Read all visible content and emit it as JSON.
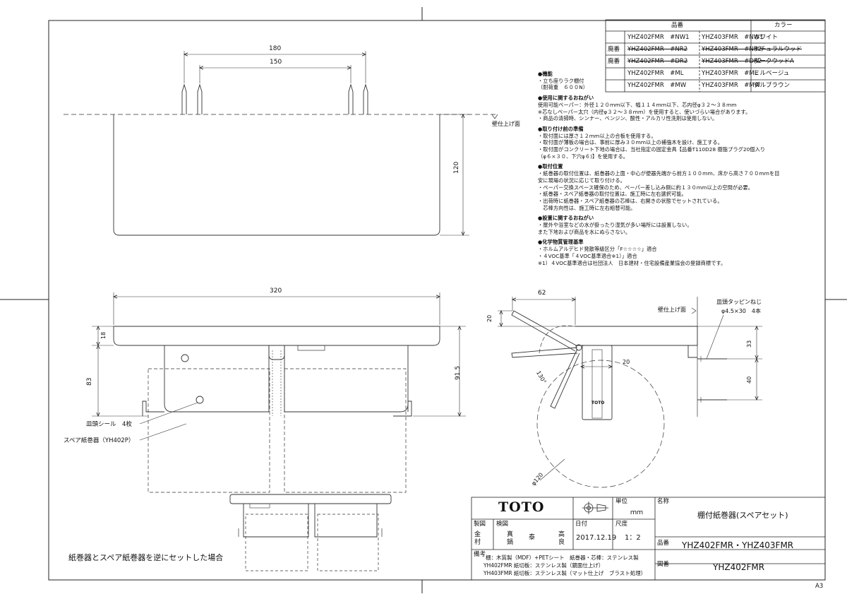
{
  "drawing": {
    "sheet_size": "A3",
    "dims": {
      "d180": "180",
      "d150": "150",
      "d120": "120",
      "d320": "320",
      "d18": "18",
      "d83": "83",
      "d915": "91.5",
      "d62": "62",
      "d20a": "20",
      "d20b": "20",
      "d33": "33",
      "d40": "40",
      "d130": "130°",
      "d_phi120": "φ120"
    },
    "labels": {
      "wall_top_1": "壁仕上げ面",
      "wall_top_2": "壁仕上げ面",
      "screw_line1": "皿頭タッピンねじ",
      "screw_line2": "φ4.5×30　4本",
      "seal": "皿頭シール　4枚",
      "spare": "スペア紙巻器（YH402P）",
      "reverse_caption": "紙巻器とスペア紙巻器を逆にセットした場合",
      "holder_brand": "TOTO"
    }
  },
  "product_table": {
    "header": {
      "part_no": "品番",
      "color": "カラー"
    },
    "rows": [
      {
        "prefix": "",
        "no1": "YHZ402FMR　#NW1",
        "no2": "YHZ403FMR　#NW1",
        "color": "ホワイト",
        "struck": false
      },
      {
        "prefix": "廃番",
        "no1": "YHZ402FMR　#NR2",
        "no2": "YHZ403FMR　#NR2",
        "color": "ナチュラルウッド",
        "struck": true
      },
      {
        "prefix": "廃番",
        "no1": "YHZ402FMR　#DR2",
        "no2": "YHZ403FMR　#DR2",
        "color": "ダークウッドA",
        "struck": true
      },
      {
        "prefix": "",
        "no1": "YHZ402FMR　#ML",
        "no2": "YHZ403FMR　#ML",
        "color": "ミルベージュ",
        "struck": false
      },
      {
        "prefix": "",
        "no1": "YHZ402FMR　#MW",
        "no2": "YHZ403FMR　#MW",
        "color": "ダルブラウン",
        "struck": false
      }
    ]
  },
  "notes": [
    {
      "title": "●機能",
      "lines": [
        "・立ち座りラク棚付",
        "（耐荷重　６００N）"
      ]
    },
    {
      "title": "●使用に関するおねがい",
      "lines": [
        "使用可能ペーパー：外径１２０ｍｍ以下、幅１１４ｍｍ以下、芯内径φ３２～３８ｍｍ",
        "※芯なしペーパー太穴（内径φ３２～３８ｍｍ）を使用すると、使いづらい場合があります。",
        "・商品の清掃時、シンナー、ベンジン、酸性・アルカリ性洗剤は使用しない。"
      ]
    },
    {
      "title": "●取り付け前の準備",
      "lines": [
        "・取付面には厚さ１２ｍｍ以上の合板を使用する。",
        "・取付面が薄板の場合は、事前に厚み３０ｍｍ以上の補強木を設け、施工する。",
        "・取付面がコンクリート下地の場合は、当社指定の固定金具【品番T110D28 樹脂プラグ20個入り",
        "（φ６×３０、下穴φ６)】を使用する。"
      ]
    },
    {
      "title": "●取付位置",
      "lines": [
        "・紙巻器の取付位置は、紙巻器の上面・中心が便器先端から前方１００ｍｍ、床から高さ７００ｍｍを目",
        "安に現場の状況に応じて取り付ける。",
        "・ペーパー交換スペース確保のため、ペーパー差し込み側に約１３０ｍｍ以上の空間が必要。",
        "・紙巻器・スペア紙巻器の取付位置は、施工時に左右選択可能。",
        "・出荷時に紙巻器・スペア紙巻器の芯棒は、右開きの状態でセットされている。",
        "　芯棒方向性は、施工時に左右組替可能。"
      ]
    },
    {
      "title": "●設置に関するおねがい",
      "lines": [
        "・屋外や浴室などの水が掛ったり湿気が多い場所には設置しない。",
        "また下地および商品を水にぬらさない。"
      ]
    },
    {
      "title": "●化学物質管理基準",
      "lines": [
        "・ホルムアルデヒド発散等級区分「F☆☆☆☆」適合",
        "・４VOC基準「４VOC基準適合※1）」適合",
        "※1）４VOC基準適合は社団法人　日本建材・住宅設備産業協会の登録商標です。"
      ]
    }
  ],
  "title_block": {
    "brand": "TOTO",
    "unit_label": "単位",
    "unit_value": "ｍｍ",
    "name_label": "名称",
    "name_value": "棚付紙巻器(スペアセット)",
    "made_label": "製図",
    "check_label": "検図",
    "date_label": "日付",
    "scale_label": "尺度",
    "drafter": "金村",
    "checker1": "真鍋",
    "checker2": "泰",
    "checker3": "高良",
    "date": "2017.12.19",
    "scale": "1：2",
    "part_label": "品番",
    "part_value": "YHZ402FMR・YHZ403FMR",
    "drawing_no_label": "図番",
    "drawing_no": "YHZ402FMR",
    "remarks_label": "備考",
    "remarks": [
      "棚：木質製（MDF）+PETシート　紙巻器・芯棒：ステンレス製",
      "YH402FMR 紙切板：ステンレス製（鏡面仕上げ）",
      "YH403FMR 紙切板：ステンレス製（マット仕上げ　ブラスト処理）"
    ]
  }
}
